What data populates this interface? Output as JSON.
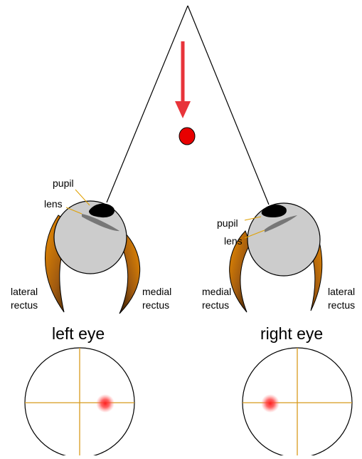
{
  "labels": {
    "pupil": "pupil",
    "lens": "lens",
    "lateral": "lateral",
    "medial": "medial",
    "rectus": "rectus"
  },
  "titles": {
    "left_eye": "left eye",
    "right_eye": "right eye"
  },
  "colors": {
    "arrow": "#e8343a",
    "target": "#e80000",
    "eyeball": "#cccccc",
    "muscle_light": "#e68a00",
    "muscle_dark": "#3a1c00",
    "leader_line": "#e0a000",
    "crosshair": "#d89a1c",
    "retina_spot": "#ff2a2a"
  }
}
